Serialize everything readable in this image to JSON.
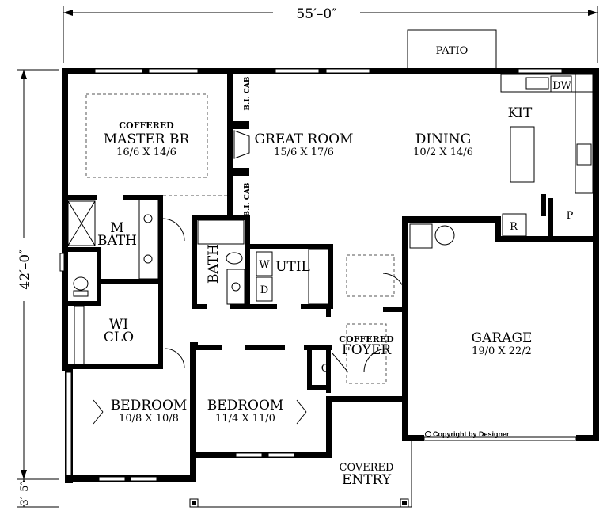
{
  "dimensions": {
    "width": "55′–0″",
    "depth": "42′–0″",
    "porch": "3′–5″"
  },
  "rooms": {
    "patio": "PATIO",
    "master": {
      "note": "COFFERED",
      "name": "MASTER BR",
      "size": "16/6 X 14/6"
    },
    "great": {
      "name": "GREAT ROOM",
      "size": "15/6 X 17/6"
    },
    "dining": {
      "name": "DINING",
      "size": "10/2 X 14/6"
    },
    "kit": "KIT",
    "dw": "DW",
    "bicab1": "B.I. CAB",
    "bicab2": "B.I. CAB",
    "mbath": {
      "line1": "M",
      "line2": "BATH"
    },
    "bath": "BATH",
    "washer": "W",
    "dryer": "D",
    "util": "UTIL",
    "wiclo": {
      "line1": "WI",
      "line2": "CLO"
    },
    "foyer": {
      "note": "COFFERED",
      "name": "FOYER"
    },
    "g": "G",
    "garage": {
      "name": "GARAGE",
      "size": "19/0 X 22/2"
    },
    "bed1": {
      "name": "BEDROOM",
      "size": "10/8 X 10/8"
    },
    "bed2": {
      "name": "BEDROOM",
      "size": "11/4 X 11/0"
    },
    "entry": {
      "line1": "COVERED",
      "line2": "ENTRY"
    },
    "r": "R",
    "p": "P"
  },
  "copyright": "Copyright by Designer"
}
